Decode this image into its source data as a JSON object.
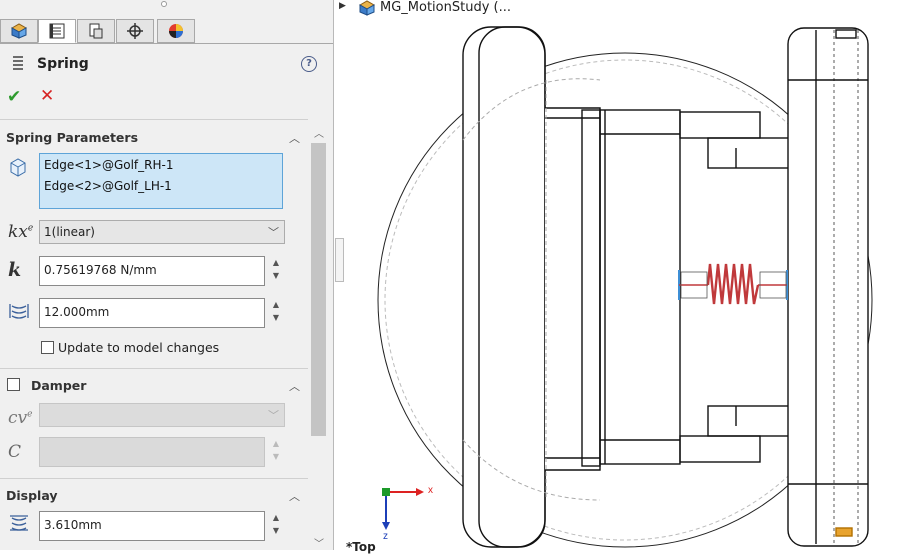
{
  "panel": {
    "title": "Spring",
    "help_icon": "?",
    "tabs": [
      "feature-manager-icon",
      "property-manager-icon",
      "configuration-manager-icon",
      "dimxpert-icon",
      "display-manager-icon"
    ],
    "ok_label": "✔",
    "cancel_label": "✕"
  },
  "spring_params": {
    "header": "Spring Parameters",
    "selections": [
      "Edge<1>@Golf_RH-1",
      "Edge<2>@Golf_LH-1"
    ],
    "exponent_label": "kx",
    "exponent_value": "1(linear)",
    "stiffness_label": "k",
    "stiffness_value": "0.75619768 N/mm",
    "free_length_value": "12.000mm",
    "update_label": "Update to model changes",
    "update_checked": false
  },
  "damper": {
    "header": "Damper",
    "checked": false,
    "exponent_label": "cv",
    "exponent_value": "",
    "coeff_label": "C",
    "coeff_value": ""
  },
  "display": {
    "header": "Display",
    "diameter_value": "3.610mm"
  },
  "view": {
    "tree_label": "MG_MotionStudy  (...",
    "axis_x": "x",
    "axis_z": "z",
    "view_name": "*Top",
    "spring_color": "#c0393b",
    "endpoint_color": "#3d8fd6"
  }
}
